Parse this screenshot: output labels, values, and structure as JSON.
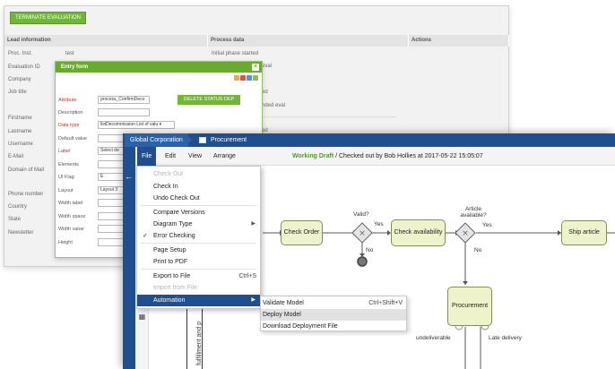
{
  "eval_form": {
    "terminate_label": "TERMINATE EVALUATION",
    "sections": [
      "Lead information",
      "Process data",
      "Actions"
    ],
    "fields": [
      {
        "label": "Proc. Inst.",
        "value": "test"
      },
      {
        "label": "Evaluation ID",
        "value": ""
      },
      {
        "label": "Company",
        "value": ""
      },
      {
        "label": "Job title",
        "value": ""
      },
      {
        "label": "Firstname",
        "value": ""
      },
      {
        "label": "Lastname",
        "value": ""
      },
      {
        "label": "Username",
        "value": ""
      },
      {
        "label": "E-Mail",
        "value": ""
      },
      {
        "label": "Domain of Mail",
        "value": ""
      },
      {
        "label": "Phone number",
        "value": ""
      },
      {
        "label": "Country",
        "value": ""
      },
      {
        "label": "State",
        "value": ""
      },
      {
        "label": "Newsletter",
        "value": ""
      }
    ],
    "process_items": [
      "Initial phase started",
      "eval",
      "ed",
      "nded eval",
      "ed"
    ]
  },
  "entry_form": {
    "title": "Entry form",
    "delete_label": "DELETE STATUS DEP",
    "fields": [
      {
        "label": "Attribute",
        "value": "process_ConfirmDeco",
        "required": true
      },
      {
        "label": "Description",
        "value": "",
        "required": false
      },
      {
        "label": "Data type",
        "value": "listDecommission List of valu ▾",
        "required": true
      },
      {
        "label": "Default value",
        "value": "",
        "required": false
      },
      {
        "label": "Label",
        "value": "Select de",
        "required": true
      },
      {
        "label": "Elements",
        "value": "",
        "required": false
      },
      {
        "label": "UI Flag",
        "value": "E",
        "required": false
      },
      {
        "label": "Layout",
        "value": "Layout 3",
        "required": false
      },
      {
        "label": "Width label",
        "value": "",
        "required": false
      },
      {
        "label": "Width space",
        "value": "",
        "required": false
      },
      {
        "label": "Width value",
        "value": "",
        "required": false
      },
      {
        "label": "Height",
        "value": "",
        "required": false
      }
    ]
  },
  "modeler": {
    "breadcrumb_root": "Global Corporation",
    "breadcrumb_current": "Procurement",
    "menus": [
      "File",
      "Edit",
      "View",
      "Arrange"
    ],
    "status_draft": "Working Draft",
    "status_rest": " / Checked out by Bob Hollies at 2017-05-22 15:05:07",
    "file_menu": {
      "items": [
        {
          "label": "Check Out",
          "disabled": true
        },
        {
          "label": "Check In"
        },
        {
          "label": "Undo Check Out"
        },
        {
          "label": "Compare Versions"
        },
        {
          "label": "Diagram Type",
          "submenu": true
        },
        {
          "label": "Error Checking",
          "checked": true
        },
        {
          "label": "Page Setup"
        },
        {
          "label": "Print to PDF"
        },
        {
          "label": "Export to File",
          "shortcut": "Ctrl+S"
        },
        {
          "label": "Import from File",
          "disabled": true
        },
        {
          "label": "Automation",
          "submenu": true,
          "selected": true
        }
      ],
      "check_mark": "✓",
      "submenu_arrow": "▶"
    },
    "automation_submenu": [
      {
        "label": "Validate Model",
        "shortcut": "Ctrl+Shift+V"
      },
      {
        "label": "Deploy Model",
        "hover": true
      },
      {
        "label": "Download Deployment File"
      }
    ],
    "diagram": {
      "tasks": [
        "Check Order",
        "Check availability",
        "Ship article",
        "Procurement"
      ],
      "labels": {
        "valid": "Valid?",
        "yes1": "Yes",
        "no1": "No",
        "available": "Article available?",
        "yes2": "Yes",
        "no2": "No",
        "undeliverable": "undeliverable",
        "late": "Late delivery"
      },
      "lane_label": "fulfillment and p"
    }
  }
}
